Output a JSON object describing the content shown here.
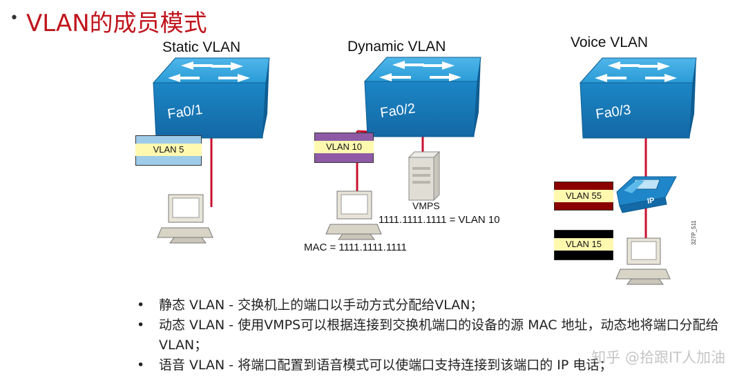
{
  "slide": {
    "title": "VLAN的成员模式",
    "title_bullet": "•"
  },
  "columns": [
    {
      "title": "Static VLAN",
      "port": "Fa0/1",
      "tags": [
        "VLAN 5"
      ]
    },
    {
      "title": "Dynamic VLAN",
      "port": "Fa0/2",
      "tags": [
        "VLAN 10"
      ],
      "server_label": "VMPS",
      "mapping": "1111.1111.1111 = VLAN 10",
      "mac": "MAC = 1111.1111.1111"
    },
    {
      "title": "Voice VLAN",
      "port": "Fa0/3",
      "tags": [
        "VLAN 55",
        "VLAN 15"
      ],
      "phone_label": "IP"
    }
  ],
  "side_code": "327P_511",
  "bullets": [
    "静态 VLAN  -  交换机上的端口以手动方式分配给VLAN；",
    "动态 VLAN  - 使用VMPS可以根据连接到交换机端口的设备的源 MAC 地址，动态地将端口分配给 VLAN；",
    "语音 VLAN  -  将端口配置到语音模式可以使端口支持连接到该端口的 IP 电话；"
  ],
  "bullet_marker": "•",
  "watermark": "知乎 @拾跟IT人加油",
  "colors": {
    "title": "#c0141c",
    "switch_top": "#2a9bd6",
    "switch_front": "#1679b8",
    "link": "#c8102e",
    "tag_yellow": "#fff9b0",
    "tag_blue": "#9ecbe8",
    "tag_purple": "#8e5aa6",
    "tag_red": "#8b0000",
    "tag_black": "#000000"
  }
}
